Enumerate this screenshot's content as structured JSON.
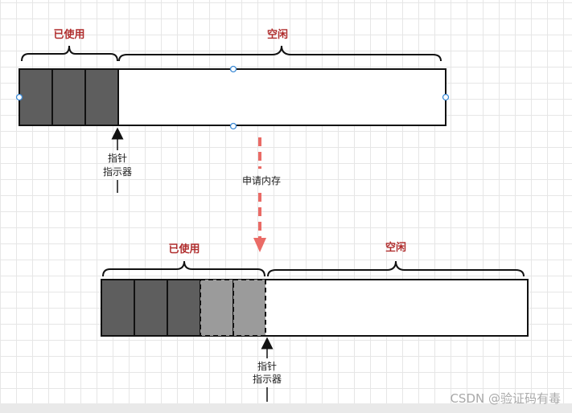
{
  "top": {
    "used_label": "已使用",
    "free_label": "空闲",
    "pointer_label_line1": "指针",
    "pointer_label_line2": "指示器"
  },
  "arrow_label": "申请内存",
  "bottom": {
    "used_label": "已使用",
    "free_label": "空闲",
    "pointer_label_line1": "指针",
    "pointer_label_line2": "指示器"
  },
  "watermark": "CSDN @验证码有毒",
  "colors": {
    "used_block": "#5e5e5e",
    "new_block": "#9b9b9b",
    "label_red": "#b02e2e",
    "arrow_red": "#ea6b66",
    "selection_handle": "#3d8bd6"
  }
}
